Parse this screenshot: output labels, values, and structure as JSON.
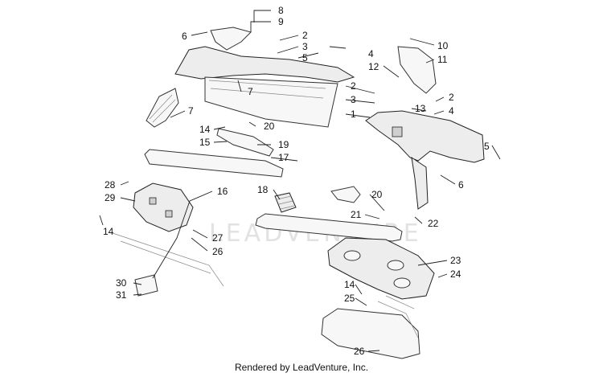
{
  "footer": "Rendered by LeadVenture, Inc.",
  "watermark": "LEADVENTURE",
  "callouts": [
    "8",
    "9",
    "6",
    "2",
    "3",
    "5",
    "4",
    "10",
    "11",
    "12",
    "7",
    "2",
    "3",
    "13",
    "4",
    "2",
    "1",
    "7",
    "14",
    "15",
    "20",
    "19",
    "17",
    "5",
    "16",
    "6",
    "18",
    "20",
    "28",
    "29",
    "21",
    "22",
    "14",
    "27",
    "26",
    "23",
    "30",
    "31",
    "14",
    "25",
    "24",
    "26"
  ]
}
